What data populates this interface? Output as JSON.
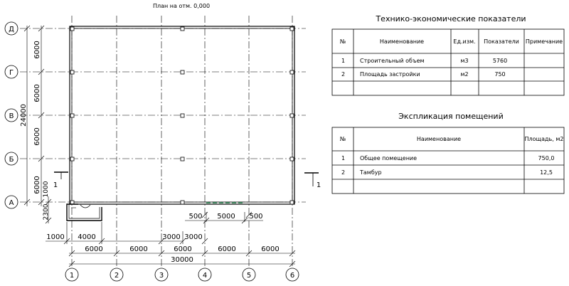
{
  "plan": {
    "title": "План на отм. 0,000",
    "axes_vertical": [
      "1",
      "2",
      "3",
      "4",
      "5",
      "6"
    ],
    "axes_horizontal": [
      "Д",
      "Г",
      "В",
      "Б",
      "А"
    ],
    "dim_bay": "6000",
    "dim_total_x": "30000",
    "dim_total_y": "24000",
    "dim_1000": "1000",
    "dim_4000": "4000",
    "dim_3000": "3000",
    "dim_500": "500",
    "dim_5000": "5000",
    "dim_2300": "2300",
    "section_mark": "1"
  },
  "tep": {
    "title": "Технико-экономические показатели",
    "headers": [
      "№",
      "Наименование",
      "Ед.изм.",
      "Показатели",
      "Примечание"
    ],
    "rows": [
      [
        "1",
        "Строительный объем",
        "м3",
        "5760",
        ""
      ],
      [
        "2",
        "Площадь застройки",
        "м2",
        "750",
        ""
      ],
      [
        "",
        "",
        "",
        "",
        ""
      ]
    ]
  },
  "expl": {
    "title": "Экспликация помещений",
    "headers": [
      "№",
      "Наименование",
      "Площадь, м2"
    ],
    "rows": [
      [
        "1",
        "Общее помещение",
        "750,0"
      ],
      [
        "2",
        "Тамбур",
        "12,5"
      ],
      [
        "",
        "",
        ""
      ]
    ]
  }
}
